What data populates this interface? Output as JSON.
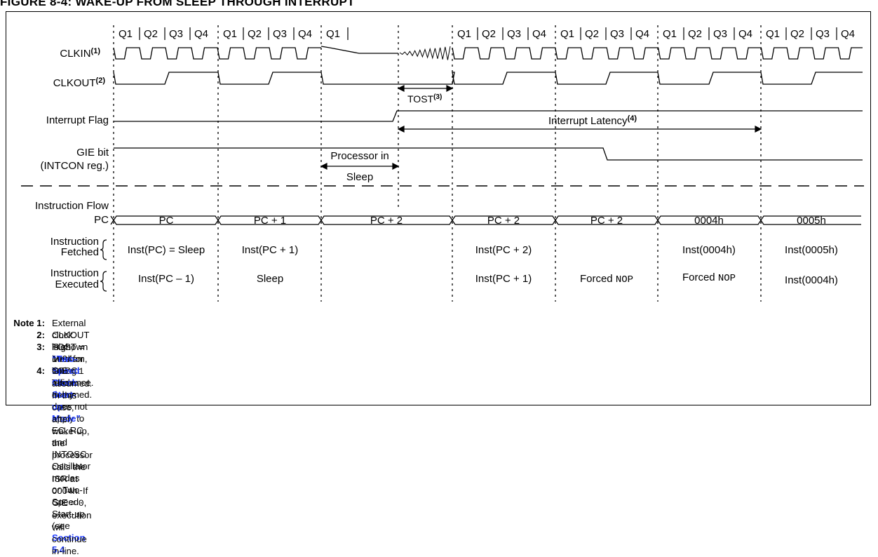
{
  "figure": {
    "title": "FIGURE 8-4:          WAKE-UP FROM SLEEP THROUGH INTERRUPT"
  },
  "timing": {
    "q_labels": [
      "Q1",
      "Q2",
      "Q3",
      "Q4"
    ],
    "single_q1": "Q1",
    "signals": {
      "clkin": "CLKIN",
      "clkin_sup": "(1)",
      "clkout": "CLKOUT",
      "clkout_sup": "(2)",
      "interrupt_flag": "Interrupt Flag",
      "gie_line1": "GIE bit",
      "gie_line2": "(INTCON reg.)",
      "instruction_flow": "Instruction Flow",
      "pc": "PC",
      "fetched_line1": "Instruction",
      "fetched_line2": "Fetched",
      "executed_line1": "Instruction",
      "executed_line2": "Executed"
    },
    "annotations": {
      "tost": "TOST",
      "tost_sup": "(3)",
      "latency": "Interrupt Latency",
      "latency_sup": "(4)",
      "sleep_line1": "Processor in",
      "sleep_line2": "Sleep"
    },
    "pc_values": [
      "PC",
      "PC + 1",
      "PC + 2",
      "PC + 2",
      "PC + 2",
      "0004h",
      "0005h"
    ],
    "fetched": [
      "Inst(PC) = Sleep",
      "Inst(PC + 1)",
      "Inst(PC + 2)",
      "Inst(0004h)",
      "Inst(0005h)"
    ],
    "executed": [
      "Inst(PC – 1)",
      "Sleep",
      "Inst(PC + 1)",
      "Forced ",
      "NOP",
      "Forced ",
      "NOP",
      "Inst(0004h)"
    ]
  },
  "notes": {
    "n1_label": "Note 1:",
    "n1_text": "External clock. High, Medium, Low mode assumed.",
    "n2_label": "2:",
    "n2_text": "CLKOUT is shown here for timing reference.",
    "n3_label": "3:",
    "n3_text_a": "TOST = 1024 TOSC. This delay does not apply to EC, RC and INTOSC Oscillator modes or Two-Speed Start-up (see ",
    "n3_link_a": "Section 5.4",
    "n3_link_b": "“Two-Speed Clock Start-up Mode”",
    "n3_text_b": ".",
    "n4_label": "4:",
    "n4_text_a": "GIE = ",
    "n4_code_a": "1",
    "n4_text_b": " assumed. In this case, after wake-up, the processor calls the ISR at 0004h. If GIE = ",
    "n4_code_b": "0",
    "n4_text_c": ", execution will continue in-line."
  },
  "style": {
    "link_color": "#1f3cff",
    "line_color": "#000000"
  }
}
